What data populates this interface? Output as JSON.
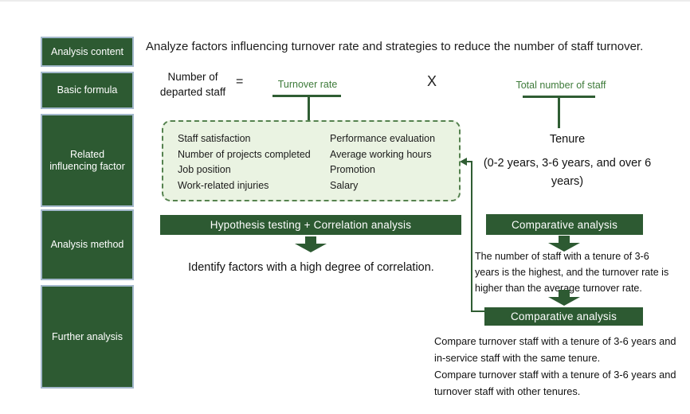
{
  "colors": {
    "dark_green": "#2d5a32",
    "label_green": "#3e7b3a",
    "panel_fill": "#eaf3e2",
    "panel_border": "#55824f",
    "sidebar_border": "#a3b8cc"
  },
  "sidebar": {
    "items": [
      {
        "label": "Analysis content"
      },
      {
        "label": "Basic formula"
      },
      {
        "label": "Related influencing factor"
      },
      {
        "label": "Analysis method"
      },
      {
        "label": "Further analysis"
      }
    ]
  },
  "header": {
    "title": "Analyze factors influencing turnover rate and strategies to reduce the number of staff turnover."
  },
  "formula": {
    "lhs_lines": [
      "Number of",
      "departed staff"
    ],
    "equals": "=",
    "rate_label": "Turnover rate",
    "multiply": "X",
    "total_label": "Total number of staff"
  },
  "factors": {
    "col1": [
      "Staff satisfaction",
      "Number of projects completed",
      "Job position",
      "Work-related injuries"
    ],
    "col2": [
      "Performance evaluation",
      "Average working hours",
      "Promotion",
      "Salary"
    ]
  },
  "tenure": {
    "title": "Tenure",
    "detail_lines": [
      "(0-2 years, 3-6 years, and over 6",
      "years)"
    ]
  },
  "method": {
    "hypothesis_label": "Hypothesis testing + Correlation analysis",
    "identify_text": "Identify factors with a high degree of correlation.",
    "comparative_label": "Comparative analysis",
    "finding_lines": [
      "The number of staff with a tenure of 3-6",
      "years is the highest, and the turnover rate is",
      "higher than the average turnover rate."
    ]
  },
  "further": {
    "comparative_label": "Comparative analysis",
    "detail_lines": [
      "Compare turnover staff with a tenure of 3-6 years and",
      "in-service staff with the same tenure.",
      "Compare turnover staff with a tenure of 3-6 years and",
      "turnover staff with other tenures."
    ]
  }
}
